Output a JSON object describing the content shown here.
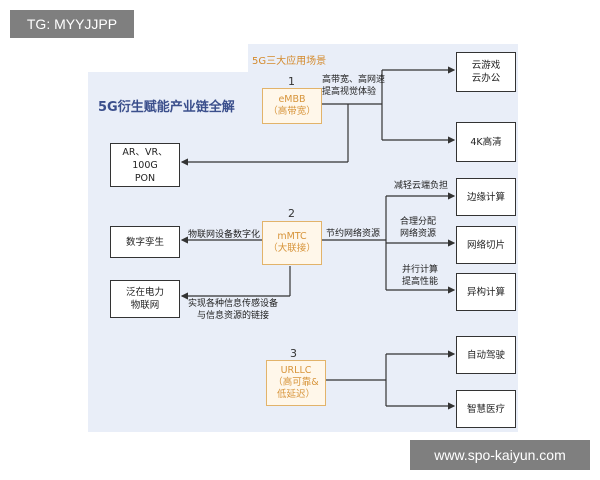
{
  "watermark_top": "TG: MYYJJPP",
  "watermark_bottom": "www.spo-kaiyun.com",
  "diagram": {
    "title": "5G衍生赋能产业链全解",
    "scenes_title": "5G三大应用场景",
    "nodes": {
      "embb": {
        "num": "1",
        "label": "eMBB\n（高带宽）"
      },
      "mmtc": {
        "num": "2",
        "label": "mMTC\n（大联接）"
      },
      "urllc": {
        "num": "3",
        "label": "URLLC\n（高可靠&\n低延迟）"
      },
      "cloud_gaming": "云游戏\n云办公",
      "hd_4k": "4K高清",
      "ar_vr": "AR、VR、\n100G\nPON",
      "edge": "边缘计算",
      "slicing": "网络切片",
      "hetero": "异构计算",
      "twin": "数字孪生",
      "iot_power": "泛在电力\n物联网",
      "autodrive": "自动驾驶",
      "medical": "智慧医疗"
    },
    "edge_labels": {
      "embb_top": "高带宽、高网速\n提高视觉体验",
      "reduce_load": "减轻云端负担",
      "allocate": "合理分配\n网络资源",
      "save_resources": "节约网络资源",
      "parallel": "并行计算\n提高性能",
      "digitize": "物联网设备数字化",
      "link": "实现各种信息传感设备\n与信息资源的链接"
    }
  }
}
